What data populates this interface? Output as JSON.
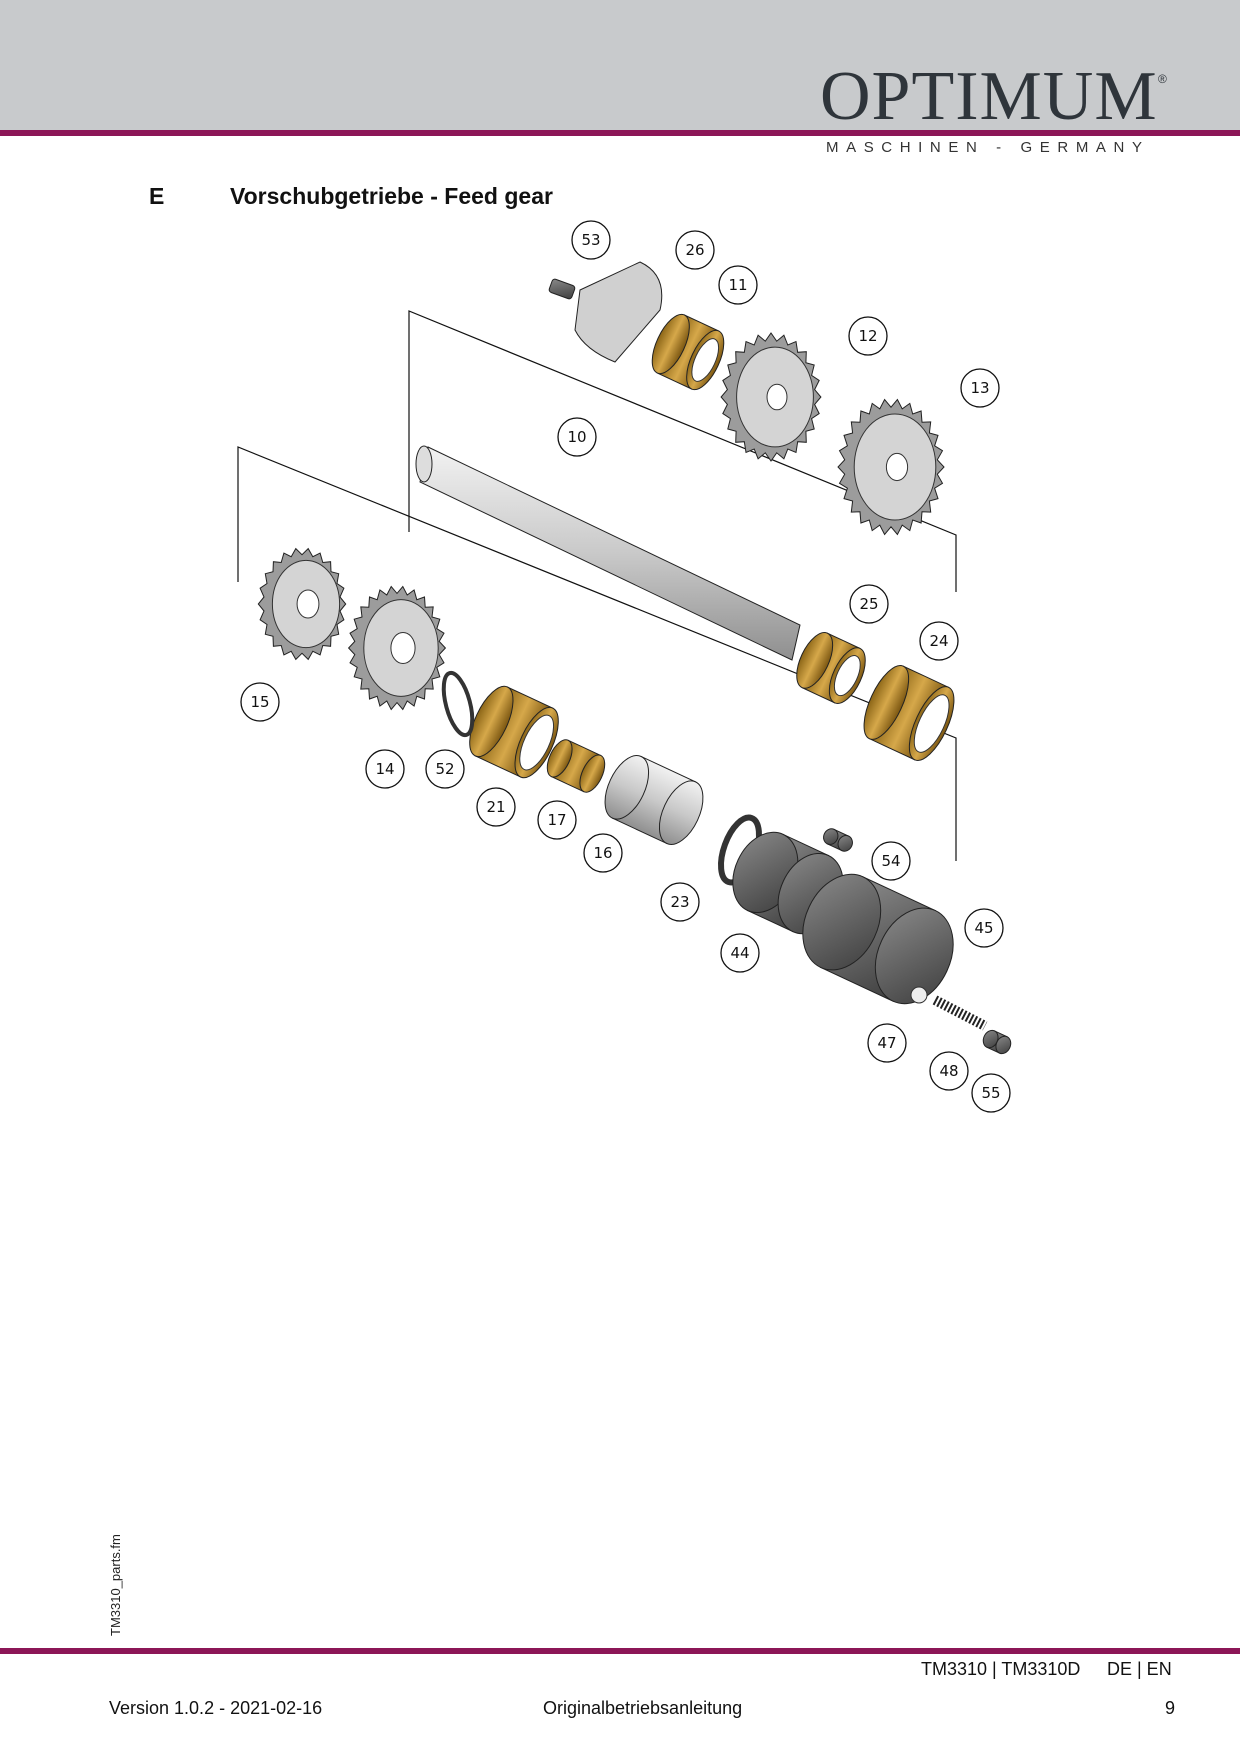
{
  "header": {
    "brand": "OPTIMUM",
    "registered": "®",
    "tagline": "MASCHINEN - GERMANY",
    "accent_color": "#8c1657"
  },
  "section": {
    "letter": "E",
    "title": "Vorschubgetriebe - Feed gear"
  },
  "callouts": [
    "53",
    "26",
    "11",
    "12",
    "13",
    "10",
    "25",
    "24",
    "15",
    "14",
    "52",
    "21",
    "17",
    "16",
    "23",
    "54",
    "44",
    "45",
    "47",
    "48",
    "55"
  ],
  "sidebar_file": "TM3310_parts.fm",
  "footer": {
    "models": "TM3310 | TM3310D",
    "languages": "DE | EN",
    "version": "Version 1.0.2 - 2021-02-16",
    "doc_type": "Originalbetriebsanleitung",
    "page": "9"
  }
}
